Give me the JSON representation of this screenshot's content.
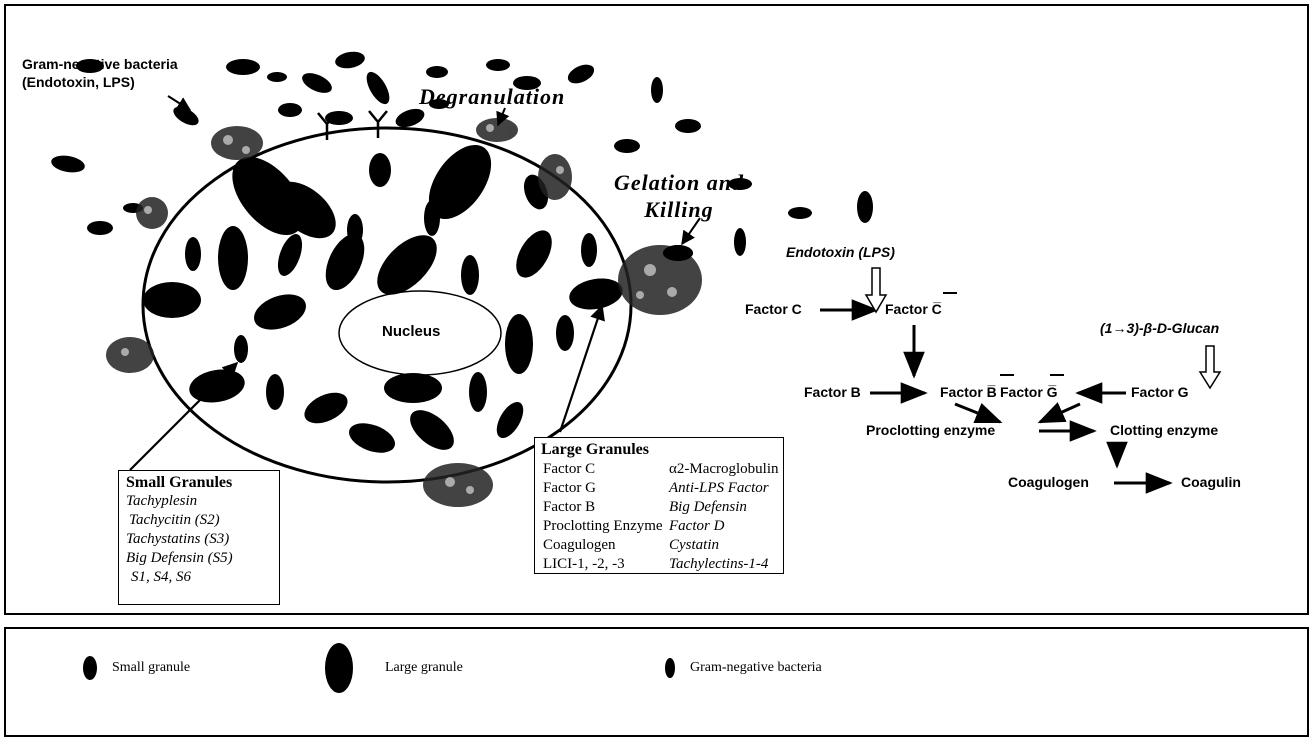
{
  "bacteria_label": [
    "Gram-negative bacteria",
    "(Endotoxin, LPS)"
  ],
  "degranulation": "Degranulation",
  "gelation": [
    "Gelation and",
    "Killing"
  ],
  "nucleus": "Nucleus",
  "cascade": {
    "endotoxin": "Endotoxin (LPS)",
    "glucan": "(1→3)-β-D-Glucan",
    "factor_c": "Factor C",
    "factor_c_act": "Factor C̅",
    "factor_b": "Factor B",
    "factor_b_act": "Factor B̅",
    "factor_g_act": "Factor G̅",
    "factor_g": "Factor G",
    "proclotting": "Proclotting enzyme",
    "clotting": "Clotting enzyme",
    "coagulogen": "Coagulogen",
    "coagulin": "Coagulin"
  },
  "small_granules": {
    "title": "Small Granules",
    "items": [
      "Tachyplesin",
      "Tachycitin (S2)",
      "Tachystatins (S3)",
      "Big Defensin (S5)",
      "S1, S4, S6"
    ]
  },
  "large_granules": {
    "title": "Large Granules",
    "col1": [
      "Factor C",
      "Factor G",
      "Factor B",
      "Proclotting Enzyme",
      "Coagulogen",
      "LICI-1, -2, -3"
    ],
    "col2": [
      "α2-Macroglobulin",
      "Anti-LPS Factor",
      "Big Defensin",
      "Factor D",
      "Cystatin",
      "Tachylectins-1-4"
    ]
  },
  "legend": {
    "small": "Small granule",
    "large": "Large granule",
    "bacteria": "Gram-negative bacteria"
  }
}
